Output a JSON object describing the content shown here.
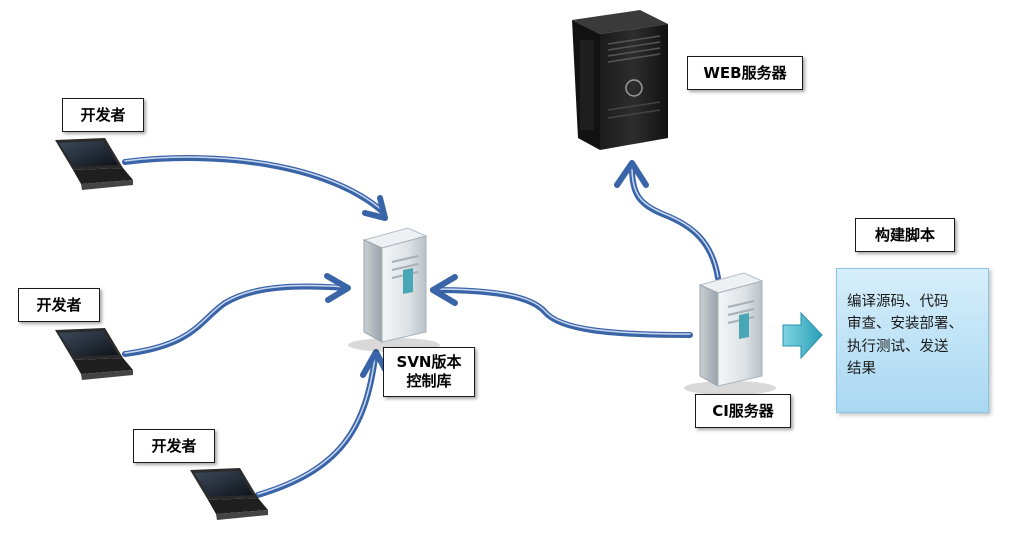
{
  "nodes": {
    "developer_1": {
      "label": "开发者"
    },
    "developer_2": {
      "label": "开发者"
    },
    "developer_3": {
      "label": "开发者"
    },
    "svn_repo": {
      "label_lines": [
        "SVN版本",
        "控制库"
      ]
    },
    "ci_server": {
      "label": "CI服务器"
    },
    "web_server": {
      "label": "WEB服务器"
    },
    "build_script": {
      "title": "构建脚本",
      "body_lines": [
        "编译源码、代码",
        "审查、安装部署、",
        "执行测试、发送",
        "结果"
      ]
    }
  },
  "colors": {
    "arrow": "#3a64a8",
    "arrow_highlight": "#c9d8f0",
    "teal_arrow": "#3fb2c8",
    "server_body": "#dfe4e8",
    "server_accent": "#47a7b4",
    "laptop": "#2b2b2b"
  }
}
